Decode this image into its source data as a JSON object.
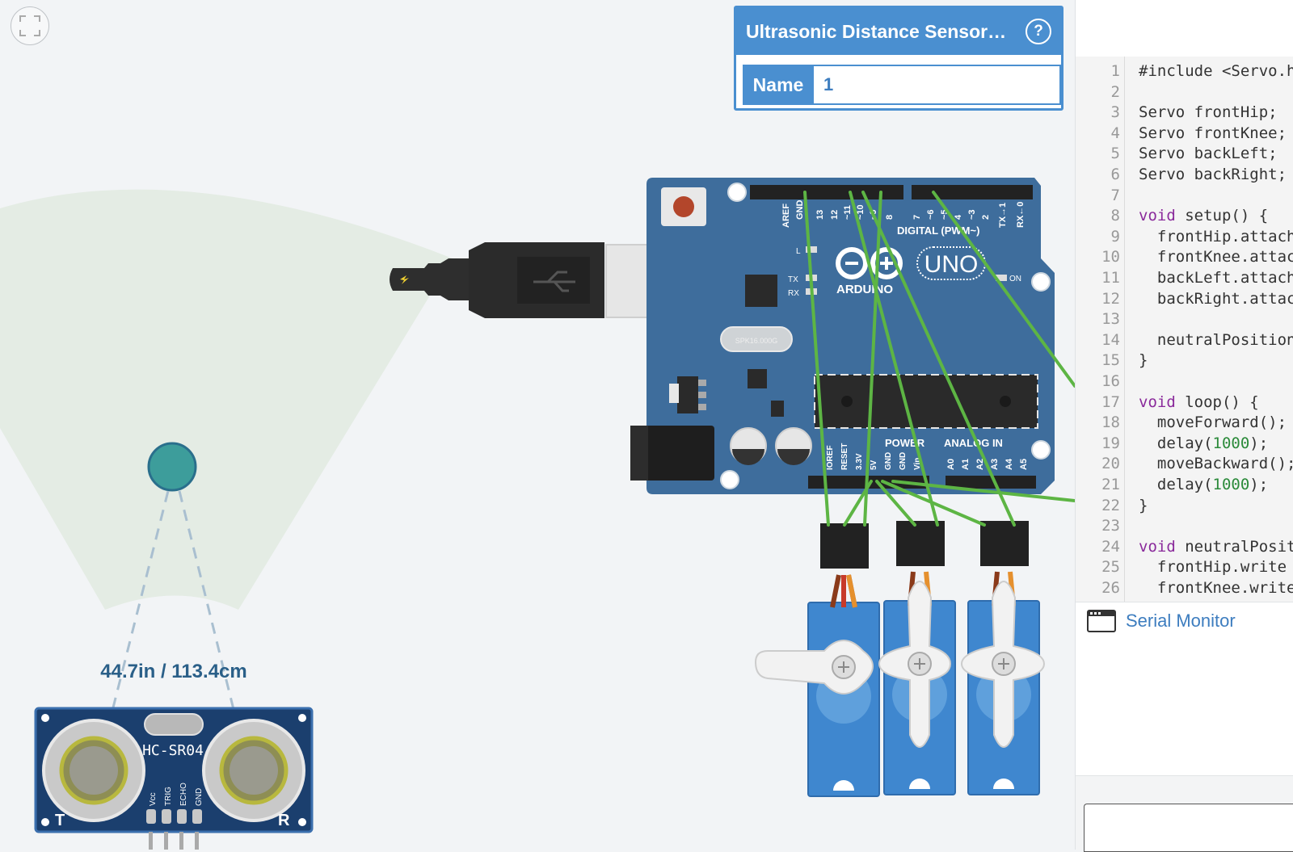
{
  "canvas": {
    "fit_icon": "fit-view-icon",
    "distance_label": "44.7in / 113.4cm",
    "sensor_model": "HC-SR04",
    "sensor_pins": [
      "Vcc",
      "TRIG",
      "ECHO",
      "GND"
    ],
    "sensor_left_mark": "T",
    "sensor_right_mark": "R",
    "board": {
      "brand": "ARDUINO",
      "model": "UNO",
      "digital_label": "DIGITAL (PWM~)",
      "power_label": "POWER",
      "analog_label": "ANALOG IN",
      "top_pins": [
        "AREF",
        "GND",
        "13",
        "12",
        "~11",
        "~10",
        "~9",
        "8",
        "7",
        "~6",
        "~5",
        "4",
        "~3",
        "2",
        "TX→1",
        "RX←0"
      ],
      "bottom_power_pins": [
        "IOREF",
        "RESET",
        "3.3V",
        "5V",
        "GND",
        "GND",
        "Vin"
      ],
      "bottom_analog_pins": [
        "A0",
        "A1",
        "A2",
        "A3",
        "A4",
        "A5"
      ],
      "leds": [
        "L",
        "TX",
        "RX",
        "ON"
      ],
      "crystal": "SPK16.000G"
    },
    "colors": {
      "wire": "#5db544",
      "board": "#3e6d9c",
      "sensor": "#1b3f6e",
      "servo": "#3f87cf"
    }
  },
  "inspector": {
    "title": "Ultrasonic Distance Sensor…",
    "help_icon": "help-icon",
    "name_label": "Name",
    "name_value": "1"
  },
  "code": {
    "lines": [
      {
        "n": "1",
        "t": "#include <Servo.h>"
      },
      {
        "n": "2",
        "t": ""
      },
      {
        "n": "3",
        "t": "Servo frontHip;"
      },
      {
        "n": "4",
        "t": "Servo frontKnee;"
      },
      {
        "n": "5",
        "t": "Servo backLeft;"
      },
      {
        "n": "6",
        "t": "Servo backRight;"
      },
      {
        "n": "7",
        "t": ""
      },
      {
        "n": "8",
        "t": "void setup() {"
      },
      {
        "n": "9",
        "t": "  frontHip.attach"
      },
      {
        "n": "10",
        "t": "  frontKnee.attach"
      },
      {
        "n": "11",
        "t": "  backLeft.attach"
      },
      {
        "n": "12",
        "t": "  backRight.attach"
      },
      {
        "n": "13",
        "t": ""
      },
      {
        "n": "14",
        "t": "  neutralPosition"
      },
      {
        "n": "15",
        "t": "}"
      },
      {
        "n": "16",
        "t": ""
      },
      {
        "n": "17",
        "t": "void loop() {"
      },
      {
        "n": "18",
        "t": "  moveForward();"
      },
      {
        "n": "19",
        "t": "  delay(1000);"
      },
      {
        "n": "20",
        "t": "  moveBackward();"
      },
      {
        "n": "21",
        "t": "  delay(1000);"
      },
      {
        "n": "22",
        "t": "}"
      },
      {
        "n": "23",
        "t": ""
      },
      {
        "n": "24",
        "t": "void neutralPosition"
      },
      {
        "n": "25",
        "t": "  frontHip.write"
      },
      {
        "n": "26",
        "t": "  frontKnee.write"
      }
    ]
  },
  "serial": {
    "label": "Serial Monitor",
    "icon": "serial-monitor-icon"
  }
}
